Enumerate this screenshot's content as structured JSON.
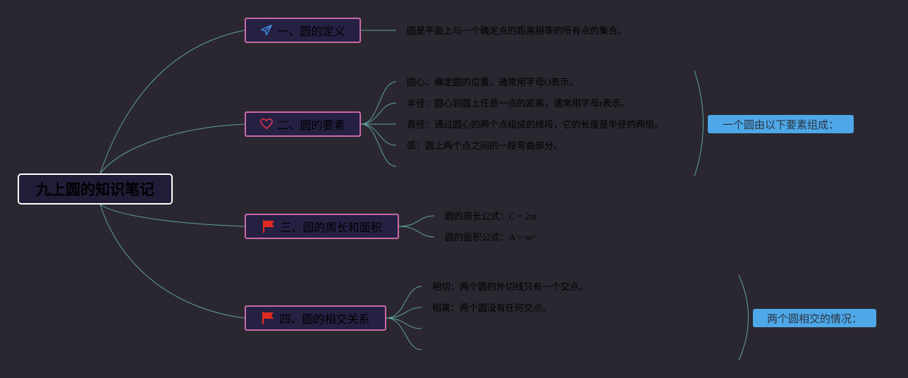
{
  "mindmap": {
    "root": "九上圆的知识笔记",
    "branches": [
      {
        "label": "一、圆的定义",
        "icon": "paper-plane-icon",
        "leaves": [
          "圆是平面上与一个确定点的距离相等的所有点的集合。"
        ]
      },
      {
        "label": "二、圆的要素",
        "icon": "heart-icon",
        "leaves": [
          "圆心：确定圆的位置，通常用字母O表示。",
          "半径：圆心到圆上任意一点的距离，通常用字母r表示。",
          "直径：通过圆心的两个点组成的线段，它的长度是半径的两倍。",
          "弧：圆上两个点之间的一段弯曲部分。",
          ""
        ],
        "summary": "一个圆由以下要素组成："
      },
      {
        "label": "三、圆的周长和面积",
        "icon": "red-flag-icon",
        "leaves": [
          "圆的周长公式：C = 2πr",
          "圆的面积公式：A = πr²"
        ]
      },
      {
        "label": "四、圆的相交关系",
        "icon": "red-flag-icon",
        "leaves": [
          "相切：两个圆的外切线只有一个交点。",
          "相离：两个圆没有任何交点。",
          "",
          ""
        ],
        "summary": "两个圆相交的情况："
      }
    ]
  },
  "colors": {
    "background": "#2b2730",
    "connector": "#5fa39c",
    "branch_border": "#c96aa8",
    "summary_fill": "#4ea8e8",
    "plane_icon": "#3f8fe0",
    "heart_icon": "#e0344c",
    "flag_icon": "#e02b23"
  }
}
